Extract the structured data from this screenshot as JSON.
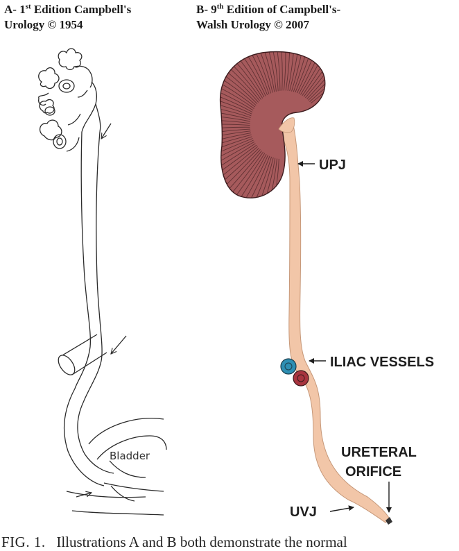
{
  "panel_a": {
    "title_line1_prefix": "A- 1",
    "title_line1_sup": "st",
    "title_line1_suffix": " Edition Campbell's",
    "title_line2": "Urology © 1954",
    "bladder_label": "Bladder"
  },
  "panel_b": {
    "title_line1_prefix": "B- 9",
    "title_line1_sup": "th",
    "title_line1_suffix": " Edition of Campbell's-",
    "title_line2": "Walsh Urology © 2007",
    "labels": {
      "upj": "UPJ",
      "iliac": "ILIAC VESSELS",
      "ureteral_line1": "URETERAL",
      "ureteral_line2": "ORIFICE",
      "uvj": "UVJ"
    }
  },
  "caption": {
    "fig": "FIG. 1.",
    "text": "Illustrations A and B both demonstrate the normal"
  },
  "colors": {
    "kidney": "#a65a5c",
    "kidney_line": "#4a2426",
    "ureter": "#f2c6a8",
    "vessel_blue": "#2e8fb3",
    "vessel_red": "#a8343e"
  }
}
